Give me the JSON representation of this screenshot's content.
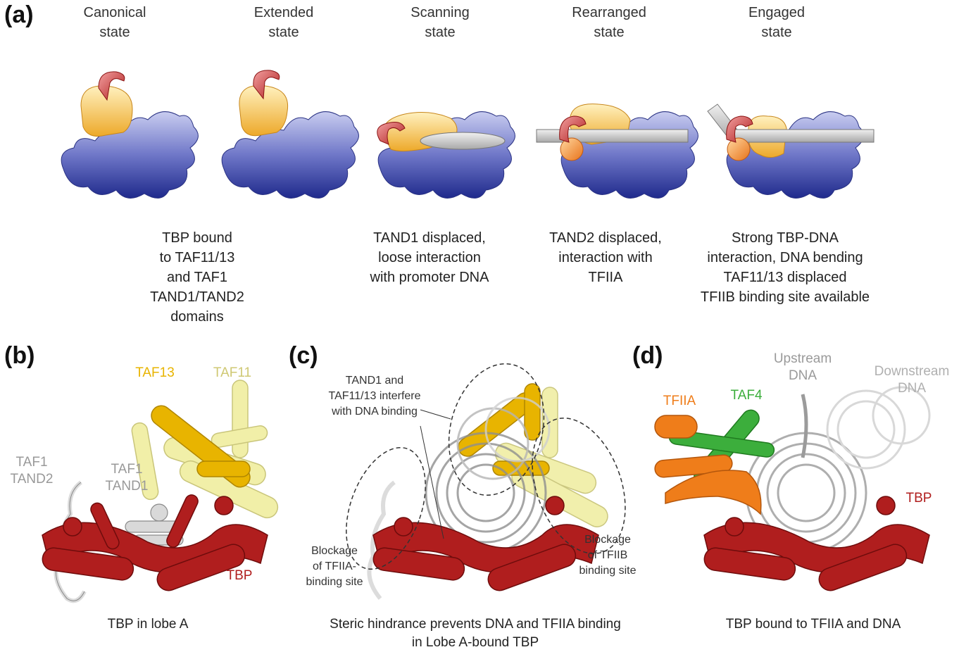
{
  "panel_a": {
    "letter": "(a)",
    "states": [
      {
        "title": "Canonical\nstate"
      },
      {
        "title": "Extended\nstate"
      },
      {
        "title": "Scanning\nstate"
      },
      {
        "title": "Rearranged\nstate"
      },
      {
        "title": "Engaged\nstate"
      }
    ],
    "descriptions": [
      "TBP bound\nto TAF11/13\nand TAF1\nTAND1/TAND2\ndomains",
      "TAND1 displaced,\nloose interaction\nwith promoter DNA",
      "TAND2 displaced,\ninteraction with\nTFIIA",
      "Strong TBP-DNA\ninteraction, DNA bending\nTAF11/13 displaced\nTFIIB binding site available"
    ]
  },
  "panel_b": {
    "letter": "(b)",
    "labels": {
      "taf13": "TAF13",
      "taf11": "TAF11",
      "taf1_tand2": "TAF1\nTAND2",
      "taf1_tand1": "TAF1\nTAND1",
      "tbp": "TBP"
    },
    "caption": "TBP in lobe A"
  },
  "panel_c": {
    "letter": "(c)",
    "labels": {
      "interfere": "TAND1 and\nTAF11/13 interfere\nwith DNA binding",
      "block_tfiia": "Blockage\nof TFIIA-\nbinding site",
      "block_tfiib": "Blockage\nof TFIIB\nbinding site"
    },
    "caption": "Steric hindrance prevents DNA and TFIIA binding\nin Lobe A-bound TBP"
  },
  "panel_d": {
    "letter": "(d)",
    "labels": {
      "upstream": "Upstream\nDNA",
      "downstream": "Downstream\nDNA",
      "tfiia": "TFIIA",
      "taf4": "TAF4",
      "tbp": "TBP"
    },
    "caption": "TBP bound to TFIIA and DNA"
  },
  "colors": {
    "tbp_red": "#b01e1e",
    "taf13_yellow": "#e8b400",
    "taf11_pale": "#f1efa8",
    "tbp_blob_blue": "#3f47a8",
    "tand_orange_blob": "#f5c04a",
    "tfiia_orange": "#ef7d1a",
    "taf4_green": "#3cae3c",
    "dna_grey": "#9a9a9a"
  }
}
